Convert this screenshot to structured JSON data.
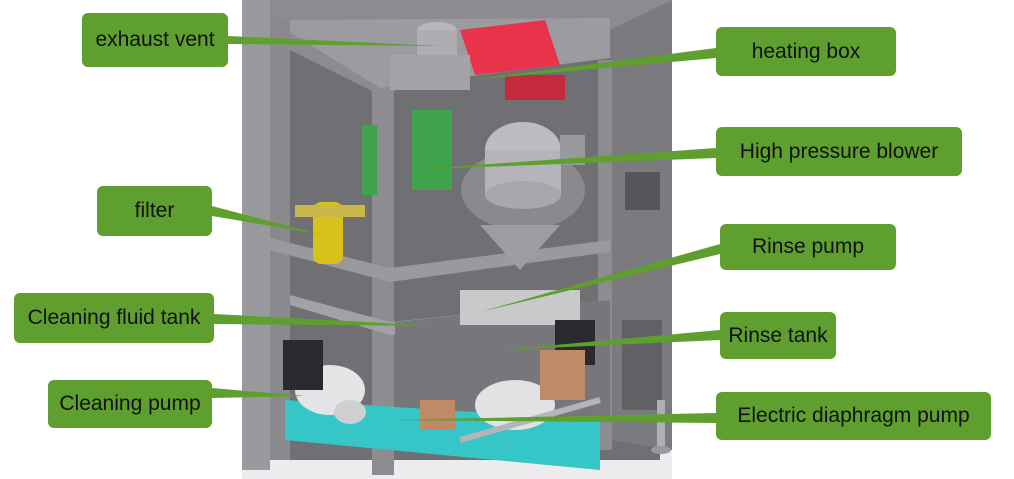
{
  "colors": {
    "label_bg": "#5f9f2f",
    "frame": "#8a8a8e",
    "panel": "#6e6e72",
    "heating_box": "#e8334a",
    "tank_floor": "#35c7c7",
    "filter": "#d6c21a",
    "circuit_board": "#3fa34d"
  },
  "callouts": [
    {
      "id": "exhaust-vent",
      "text": "exhaust vent"
    },
    {
      "id": "heating-box",
      "text": "heating box"
    },
    {
      "id": "high-pressure-blower",
      "text": "High pressure blower"
    },
    {
      "id": "filter",
      "text": "filter"
    },
    {
      "id": "rinse-pump",
      "text": "Rinse pump"
    },
    {
      "id": "cleaning-fluid-tank",
      "text": "Cleaning fluid tank"
    },
    {
      "id": "rinse-tank",
      "text": "Rinse tank"
    },
    {
      "id": "cleaning-pump",
      "text": "Cleaning pump"
    },
    {
      "id": "electric-diaphragm-pump",
      "text": "Electric diaphragm pump"
    }
  ]
}
